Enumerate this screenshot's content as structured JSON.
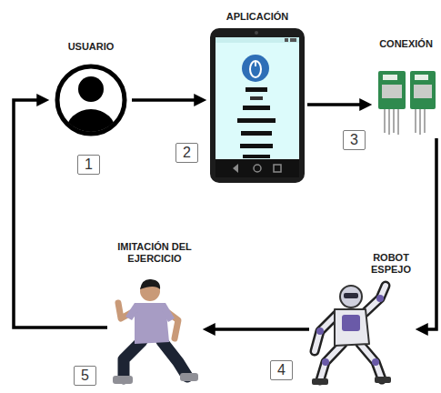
{
  "diagram": {
    "nodes": [
      {
        "text": [
          "USUARIO"
        ]
      },
      {
        "text": [
          "APLICACIÓN"
        ]
      },
      {
        "text": [
          "CONEXIÓN"
        ]
      },
      {
        "text": [
          "ROBOT ESPEJO"
        ]
      },
      {
        "text": [
          "IMITACIÓN DEL EJERCICIO"
        ]
      }
    ],
    "edges": [
      {
        "from": 0,
        "to": 1,
        "arrow": "to"
      },
      {
        "from": 1,
        "to": 2,
        "arrow": "to"
      },
      {
        "from": 2,
        "to": 3,
        "arrow": "to"
      },
      {
        "from": 3,
        "to": 4,
        "arrow": "to"
      },
      {
        "from": 4,
        "to": 0,
        "arrow": "to"
      }
    ],
    "labels": [
      "1",
      "2",
      "3",
      "4",
      "5"
    ]
  }
}
